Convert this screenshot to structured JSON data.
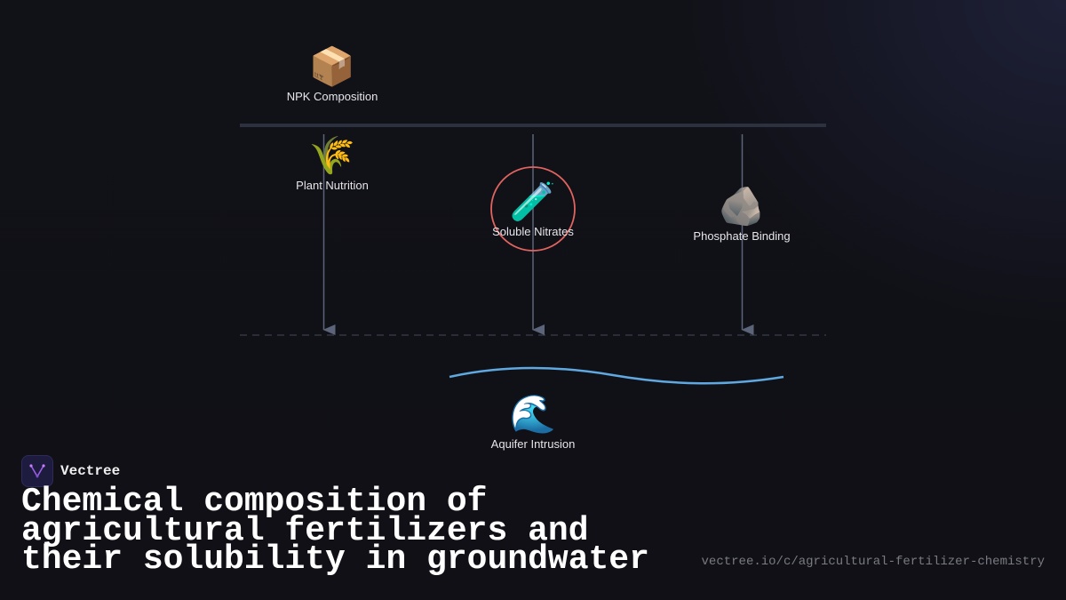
{
  "diagram": {
    "source": {
      "icon": "📦",
      "icon_name": "package-icon",
      "label": "NPK Composition"
    },
    "nodes": [
      {
        "icon": "🌾",
        "icon_name": "wheat-icon",
        "label": "Plant Nutrition"
      },
      {
        "icon": "🧪",
        "icon_name": "test-tube-icon",
        "label": "Soluble Nitrates",
        "highlighted": true
      },
      {
        "icon": "🪨",
        "icon_name": "rock-icon",
        "label": "Phosphate Binding"
      }
    ],
    "sink": {
      "icon": "🌊",
      "icon_name": "wave-icon",
      "label": "Aquifer Intrusion"
    },
    "colors": {
      "bar": "#2c3140",
      "arrow": "#5b6478",
      "highlight_ring": "#e0645f",
      "water_line": "#5fa8e0",
      "dashed_line": "#3a3f4c"
    }
  },
  "footer": {
    "brand": "Vectree",
    "title": "Chemical composition of agricultural fertilizers and their solubility in groundwater",
    "url": "vectree.io/c/agricultural-fertilizer-chemistry"
  }
}
